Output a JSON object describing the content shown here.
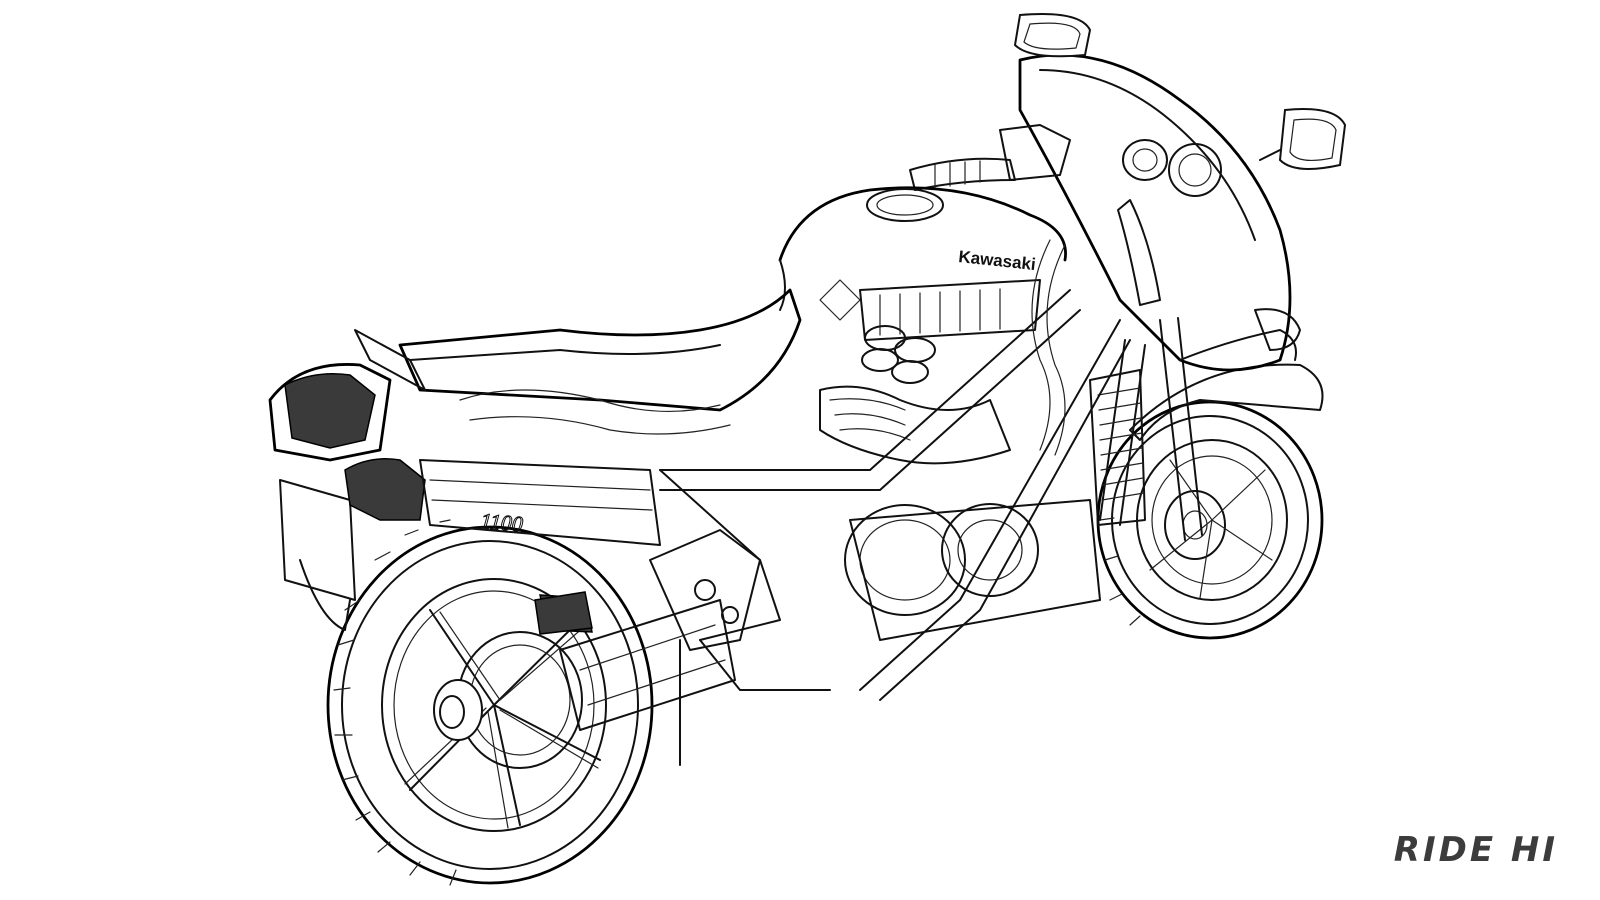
{
  "watermark": {
    "text": "RIDE HI",
    "color": "#3c3c3c"
  },
  "illustration": {
    "tank_brand_text": "Kawasaki",
    "side_cover_text": "1100"
  }
}
